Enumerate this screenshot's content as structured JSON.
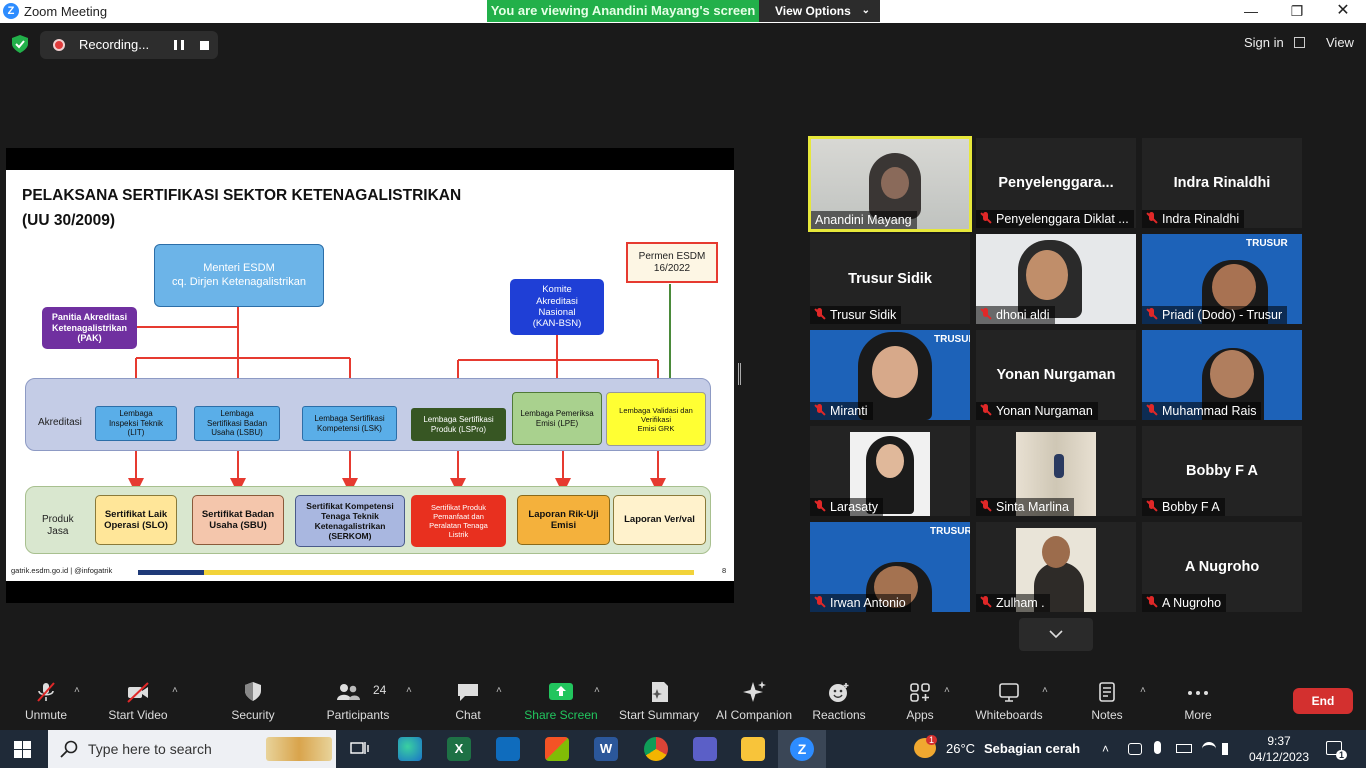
{
  "window": {
    "title": "Zoom Meeting",
    "app_icon": "zoom-logo"
  },
  "banner": {
    "message": "You are viewing Anandini Mayang's screen",
    "view_options": "View Options"
  },
  "recording": {
    "label": "Recording..."
  },
  "topbar": {
    "sign_in": "Sign in",
    "view": "View"
  },
  "slide": {
    "title_line1": "PELAKSANA SERTIFIKASI SEKTOR KETENAGALISTRIKAN",
    "title_line2": "(UU 30/2009)",
    "menteri_line1": "Menteri ESDM",
    "menteri_line2": "cq. Dirjen Ketenagalistrikan",
    "permen_line1": "Permen ESDM",
    "permen_line2": "16/2022",
    "pak_line1": "Panitia Akreditasi",
    "pak_line2": "Ketenagalistrikan",
    "pak_line3": "(PAK)",
    "kan_line1": "Komite",
    "kan_line2": "Akreditasi",
    "kan_line3": "Nasional",
    "kan_line4": "(KAN-BSN)",
    "akreditasi_label": "Akreditasi",
    "lit_line1": "Lembaga",
    "lit_line2": "Inspeksi Teknik",
    "lit_line3": "(LIT)",
    "lsbu_line1": "Lembaga",
    "lsbu_line2": "Sertifikasi Badan",
    "lsbu_line3": "Usaha (LSBU)",
    "lsk_line1": "Lembaga Sertifikasi",
    "lsk_line2": "Kompetensi (LSK)",
    "lspro_line1": "Lembaga Sertifikasi",
    "lspro_line2": "Produk (LSPro)",
    "lpe_line1": "Lembaga Pemeriksa",
    "lpe_line2": "Emisi (LPE)",
    "lvv_line1": "Lembaga Validasi dan",
    "lvv_line2": "Verifikasi",
    "lvv_line3": "Emisi    GRK",
    "produk_label_line1": "Produk",
    "produk_label_line2": "Jasa",
    "slo_line1": "Sertifikat Laik",
    "slo_line2": "Operasi (SLO)",
    "sbu_line1": "Sertifikat Badan",
    "sbu_line2": "Usaha (SBU)",
    "serkom_line1": "Sertifikat Kompetensi",
    "serkom_line2": "Tenaga Teknik",
    "serkom_line3": "Ketenagalistrikan",
    "serkom_line4": "(SERKOM)",
    "spp_line1": "Sertifikat Produk",
    "spp_line2": "Pemanfaat dan",
    "spp_line3": "Peralatan Tenaga",
    "spp_line4": "Listrik",
    "lre_line1": "Laporan Rik-Uji",
    "lre_line2": "Emisi",
    "lvv_report": "Laporan Ver/val",
    "footer_source": "gatrik.esdm.go.id | @infogatrik",
    "page_number": "8"
  },
  "participants": [
    {
      "name": "Anandini Mayang",
      "big": "",
      "muted": false,
      "speaking": true
    },
    {
      "name": "Penyelenggara Diklat ...",
      "big": "Penyelenggara...",
      "muted": true
    },
    {
      "name": "Indra Rinaldhi",
      "big": "Indra Rinaldhi",
      "muted": true
    },
    {
      "name": "Trusur Sidik",
      "big": "Trusur Sidik",
      "muted": true
    },
    {
      "name": "dhoni aldi",
      "big": "",
      "muted": true
    },
    {
      "name": "Priadi (Dodo) - Trusur",
      "big": "",
      "muted": true
    },
    {
      "name": "Miranti",
      "big": "",
      "muted": true
    },
    {
      "name": "Yonan Nurgaman",
      "big": "Yonan Nurgaman",
      "muted": true
    },
    {
      "name": "Muhammad Rais",
      "big": "",
      "muted": true
    },
    {
      "name": "Larasaty",
      "big": "",
      "muted": true
    },
    {
      "name": "Sinta Marlina",
      "big": "",
      "muted": true
    },
    {
      "name": "Bobby F A",
      "big": "Bobby F A",
      "muted": true
    },
    {
      "name": "Irwan Antonio",
      "big": "",
      "muted": true
    },
    {
      "name": "Zulham .",
      "big": "",
      "muted": true
    },
    {
      "name": "A Nugroho",
      "big": "A Nugroho",
      "muted": true
    }
  ],
  "trusur_logo": "TRUSUR",
  "toolbar": {
    "unmute": "Unmute",
    "start_video": "Start Video",
    "security": "Security",
    "participants": "Participants",
    "participants_count": "24",
    "chat": "Chat",
    "share_screen": "Share Screen",
    "start_summary": "Start Summary",
    "ai_companion": "AI Companion",
    "reactions": "Reactions",
    "apps": "Apps",
    "whiteboards": "Whiteboards",
    "notes": "Notes",
    "more": "More",
    "end": "End"
  },
  "taskbar": {
    "search_placeholder": "Type here to search",
    "weather_temp": "26°C",
    "weather_desc": "Sebagian cerah",
    "weather_badge": "1",
    "time": "9:37",
    "date": "04/12/2023",
    "notifications": "1"
  },
  "colors": {
    "banner_green": "#22b04a",
    "end_red": "#d3302f",
    "speaker_border": "#e7e83a",
    "share_green": "#22c55e"
  }
}
